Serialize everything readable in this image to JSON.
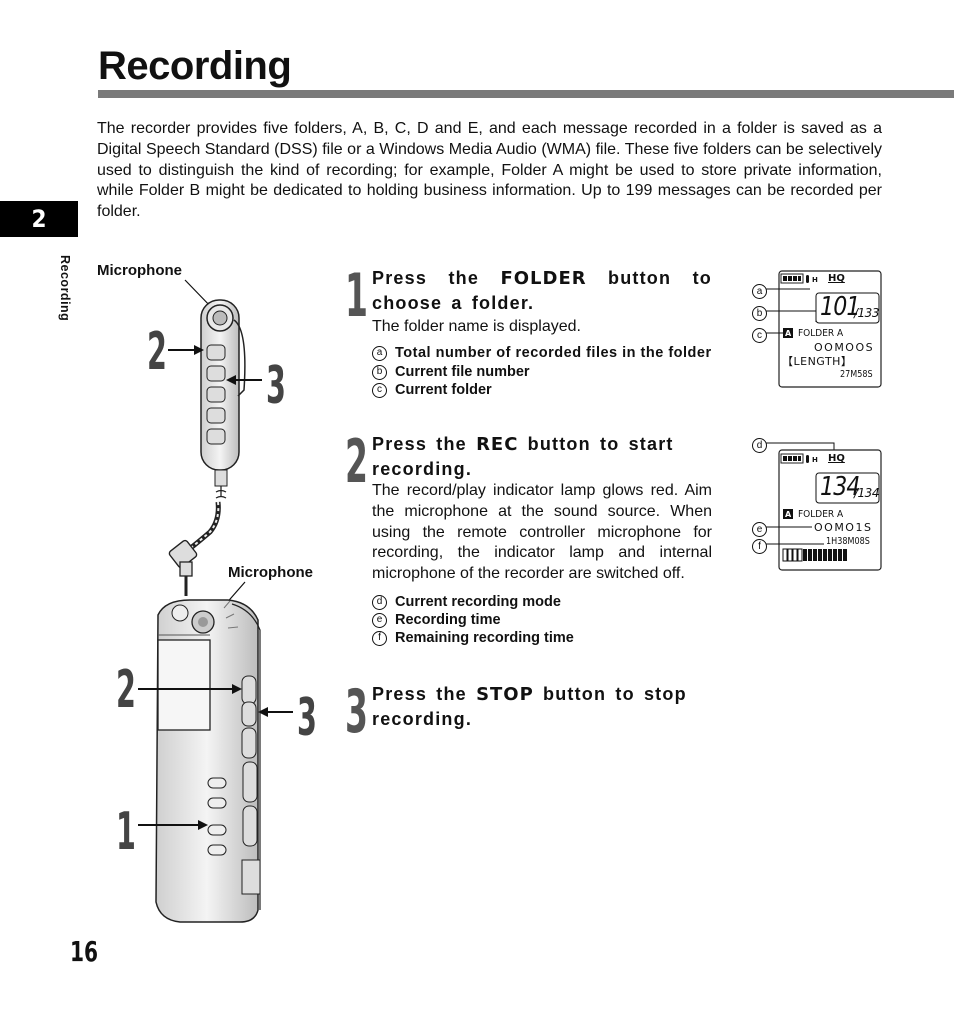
{
  "page": {
    "title": "Recording",
    "intro": "The recorder provides five folders, A, B, C, D and E, and each message recorded in a folder is saved as a Digital Speech Standard (DSS) file or a Windows Media Audio (WMA) file. These five folders can be selectively used to distinguish the kind of recording; for example, Folder A might be used to store private information, while Folder B might be dedicated to holding business information. Up to 199 messages can be recorded per folder.",
    "chapter_tab": "2",
    "chapter_label": "Recording",
    "page_number": "16"
  },
  "figure": {
    "remote_label": "Microphone",
    "recorder_label": "Microphone",
    "remote_callouts": [
      "2",
      "3"
    ],
    "recorder_callouts": [
      "2",
      "3",
      "1"
    ]
  },
  "steps": [
    {
      "number": "1",
      "head_pre": "Press the",
      "button": "FOLDER",
      "head_post": "button to choose a folder.",
      "body": "The folder name is displayed.",
      "legend": [
        {
          "mark": "a",
          "text": "Total number of recorded files in the folder"
        },
        {
          "mark": "b",
          "text": "Current file number"
        },
        {
          "mark": "c",
          "text": "Current folder"
        }
      ]
    },
    {
      "number": "2",
      "head_pre": "Press the",
      "button": "REC",
      "head_post": "button to start recording.",
      "body": "The record/play indicator lamp glows red. Aim the microphone at the sound source. When using the remote controller microphone for recording, the indicator lamp and internal microphone of the recorder are switched off.",
      "legend": [
        {
          "mark": "d",
          "text": "Current recording mode"
        },
        {
          "mark": "e",
          "text": "Recording time"
        },
        {
          "mark": "f",
          "text": "Remaining recording time"
        }
      ]
    },
    {
      "number": "3",
      "head_pre": "Press the",
      "button": "STOP",
      "head_post": "button to stop recording."
    }
  ],
  "lcd1": {
    "markers": [
      "a",
      "b",
      "c"
    ],
    "mode": "HQ",
    "big_number": "101",
    "total": "/133",
    "folder": "FOLDER A",
    "file_code": "OOMOOS",
    "length_label": "【LENGTH】",
    "length_value": "27M58S"
  },
  "lcd2": {
    "markers": [
      "d",
      "e",
      "f"
    ],
    "mode": "HQ",
    "big_number": "134",
    "total": "/134",
    "folder": "FOLDER A",
    "time": "OOMO1S",
    "remaining": "1H38M08S"
  }
}
